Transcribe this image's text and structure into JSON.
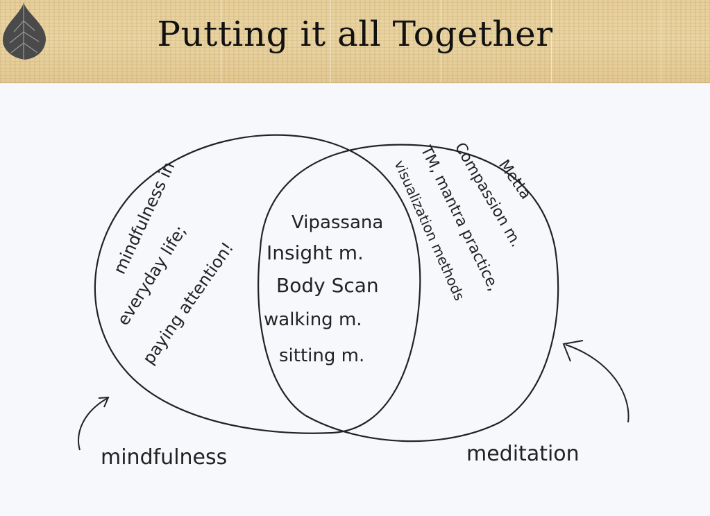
{
  "slide": {
    "title": "Putting it all Together"
  },
  "icons": [
    "leaf-icon"
  ],
  "diagram": {
    "left_circle_label": "mindfulness",
    "right_circle_label": "meditation",
    "left_only_text": [
      "mindfulness in",
      "everyday life;",
      "paying attention!"
    ],
    "overlap_text": [
      "Vipassana",
      "Insight m.",
      "Body Scan",
      "walking m.",
      "sitting m."
    ],
    "right_only_text": [
      "Metta",
      "Compassion m.",
      "TM, mantra practice,",
      "visualization methods"
    ]
  },
  "colors": {
    "header": "#e6cf9b",
    "background": "#f6f8fb",
    "ink": "#222222"
  }
}
